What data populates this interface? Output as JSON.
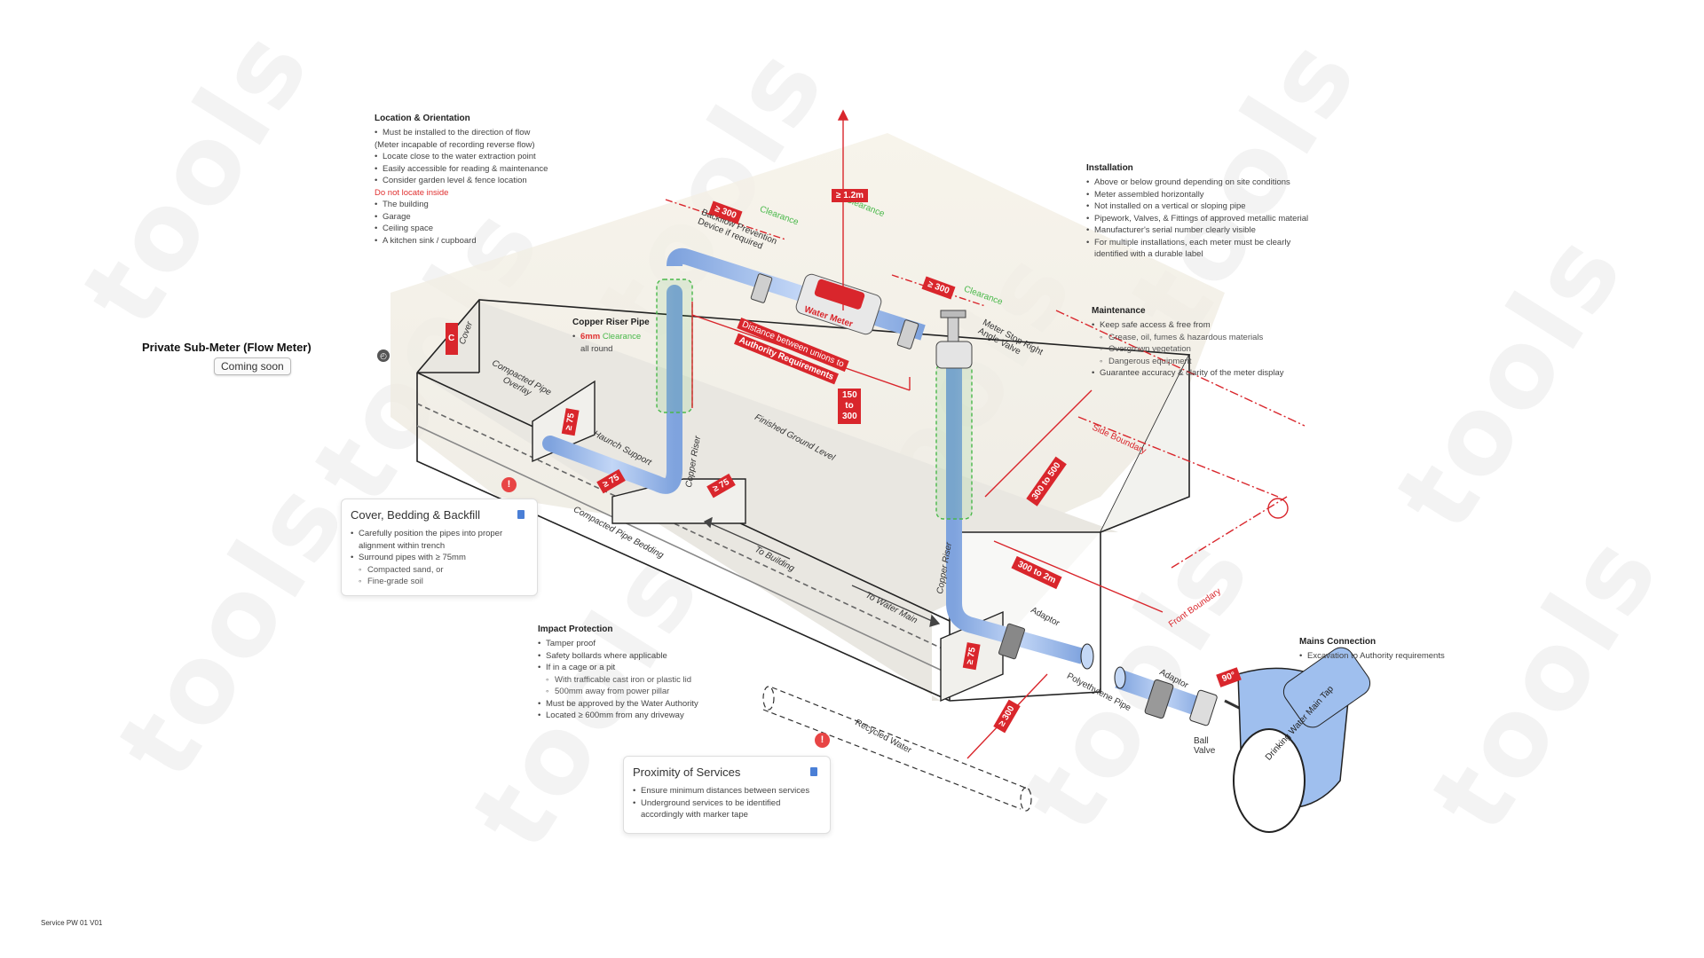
{
  "page": {
    "title": "Private Sub-Meter (Flow Meter)",
    "status_button": "Coming soon",
    "footer": "Service PW 01 V01",
    "watermark": "tools"
  },
  "notes": {
    "location": {
      "heading": "Location & Orientation",
      "items": [
        {
          "text": "Must be installed to the direction of flow",
          "kind": "item"
        },
        {
          "text": "(Meter incapable of recording reverse flow)",
          "kind": "plain"
        },
        {
          "text": "Locate close to the water extraction point",
          "kind": "item"
        },
        {
          "text": "Easily accessible for reading & maintenance",
          "kind": "item"
        },
        {
          "text": "Consider garden level & fence location",
          "kind": "item"
        },
        {
          "text": "Do not locate inside",
          "kind": "warn"
        },
        {
          "text": "The building",
          "kind": "item"
        },
        {
          "text": "Garage",
          "kind": "item"
        },
        {
          "text": "Ceiling space",
          "kind": "item"
        },
        {
          "text": "A kitchen sink / cupboard",
          "kind": "item"
        }
      ]
    },
    "installation": {
      "heading": "Installation",
      "items": [
        {
          "text": "Above or below ground depending on site conditions",
          "kind": "item"
        },
        {
          "text": "Meter assembled horizontally",
          "kind": "item"
        },
        {
          "text": "Not installed on a vertical or sloping pipe",
          "kind": "item"
        },
        {
          "text": "Pipework, Valves, & Fittings of approved metallic material",
          "kind": "item"
        },
        {
          "text": "Manufacturer's serial number clearly visible",
          "kind": "item"
        },
        {
          "text": "For multiple installations, each meter must be clearly identified with a durable label",
          "kind": "item"
        }
      ]
    },
    "maintenance": {
      "heading": "Maintenance",
      "items": [
        {
          "text": "Keep safe access & free from",
          "kind": "item"
        },
        {
          "text": "Grease, oil, fumes & hazardous materials",
          "kind": "sub"
        },
        {
          "text": "Overgrown vegetation",
          "kind": "sub"
        },
        {
          "text": "Dangerous equipment",
          "kind": "sub"
        },
        {
          "text": "Guarantee accuracy & clarity of the meter display",
          "kind": "item"
        }
      ]
    },
    "impact": {
      "heading": "Impact Protection",
      "items": [
        {
          "text": "Tamper proof",
          "kind": "item"
        },
        {
          "text": "Safety bollards where applicable",
          "kind": "item"
        },
        {
          "text": "If in a cage or a pit",
          "kind": "item"
        },
        {
          "text": "With trafficable cast iron or plastic lid",
          "kind": "sub"
        },
        {
          "text": "500mm away from power pillar",
          "kind": "sub"
        },
        {
          "text": "Must be approved by the Water Authority",
          "kind": "item"
        },
        {
          "text": "Located ≥ 600mm from any driveway",
          "kind": "item"
        }
      ]
    },
    "mains": {
      "heading": "Mains Connection",
      "items": [
        {
          "text": "Excavation to Authority requirements",
          "kind": "item"
        }
      ]
    },
    "copper_riser": {
      "heading": "Copper Riser Pipe",
      "value": "6mm",
      "clearance": "Clearance",
      "rest": "all round"
    }
  },
  "cards": {
    "cover": {
      "title": "Cover, Bedding & Backfill",
      "items": [
        {
          "text": "Carefully position the pipes into proper alignment within trench",
          "kind": "item"
        },
        {
          "text": "Surround pipes with ≥ 75mm",
          "kind": "item"
        },
        {
          "text": "Compacted sand, or",
          "kind": "sub"
        },
        {
          "text": "Fine-grade soil",
          "kind": "sub"
        }
      ]
    },
    "proximity": {
      "title": "Proximity of Services",
      "items": [
        {
          "text": "Ensure minimum distances between services",
          "kind": "item"
        },
        {
          "text": "Underground services to be identified accordingly with marker tape",
          "kind": "item"
        }
      ]
    }
  },
  "diagram": {
    "labels": {
      "cover": "Cover",
      "compacted_overlay": "Compacted Pipe Overlay",
      "haunch": "Haunch Support",
      "copper_riser": "Copper Riser",
      "copper_riser2": "Copper Riser",
      "finished_ground": "Finished Ground Level",
      "compacted_bedding": "Compacted Pipe Bedding",
      "to_building": "To Building",
      "to_water_main": "To Water Main",
      "backflow": "Backflow Prevention Device if required",
      "water_meter": "Water Meter",
      "meter_stop": "Meter Stop Right Angle Valve",
      "distance_unions": "Distance between unions to",
      "authority": "Authority Requirements",
      "adaptor": "Adaptor",
      "adaptor2": "Adaptor",
      "poly_pipe": "Polyethylene Pipe",
      "recycled": "Recycled Water",
      "side_boundary": "Side Boundary",
      "front_boundary": "Front Boundary",
      "ball_valve": "Ball Valve",
      "drinking_tap": "Drinking Water Main Tap",
      "clearance": "Clearance"
    },
    "dims": {
      "d300a": "≥ 300",
      "d300b": "≥ 300",
      "d12": "≥ 1.2m",
      "d150": "150 to 300",
      "d300_500": "300 to 500",
      "d300_2m": "300 to 2m",
      "d75a": "≥ 75",
      "d75b": "≥ 75",
      "d75c": "≥ 75",
      "d75d": "≥ 75",
      "d300c": "≥ 300",
      "d90": "90°",
      "cover_c": "C"
    },
    "colors": {
      "accent": "#d9262c",
      "pipe": "#a9c4f0",
      "clearance": "#49b84a"
    }
  }
}
